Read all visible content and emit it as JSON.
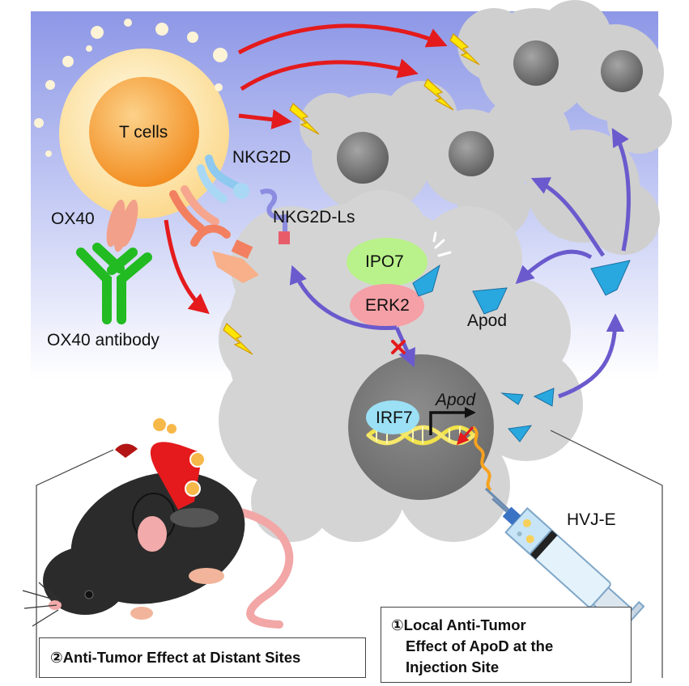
{
  "labels": {
    "t_cells": "T cells",
    "nkg2d": "NKG2D",
    "nkg2d_ls": "NKG2D-Ls",
    "ox40": "OX40",
    "ox40_antibody": "OX40 antibody",
    "ipo7": "IPO7",
    "erk2": "ERK2",
    "apod_protein": "Apod",
    "irf7": "IRF7",
    "apod_gene": "Apod",
    "hvj_e": "HVJ-E"
  },
  "panels": {
    "local_effect": {
      "line1": "①Local Anti-Tumor",
      "line2": "Effect of ApoD at the",
      "line3": "Injection Site"
    },
    "distant_effect": "②Anti-Tumor Effect at Distant Sites"
  },
  "colors": {
    "sky_top": "#8d97e6",
    "sky_bottom": "#ffffff",
    "tumor": "#d3d3d3",
    "nucleus": "#787878",
    "t_cell_outer": "#fde7b8",
    "t_cell_inner": "#f7931e",
    "kill_arrow": "#e41a1c",
    "signal_arrow": "#6a5acd",
    "apod": "#29a8e0",
    "ipo7": "#b9f28a",
    "erk2": "#f5a0a6",
    "irf7": "#9be0f5",
    "antibody": "#22bb22",
    "lightning": "#ffe600"
  }
}
